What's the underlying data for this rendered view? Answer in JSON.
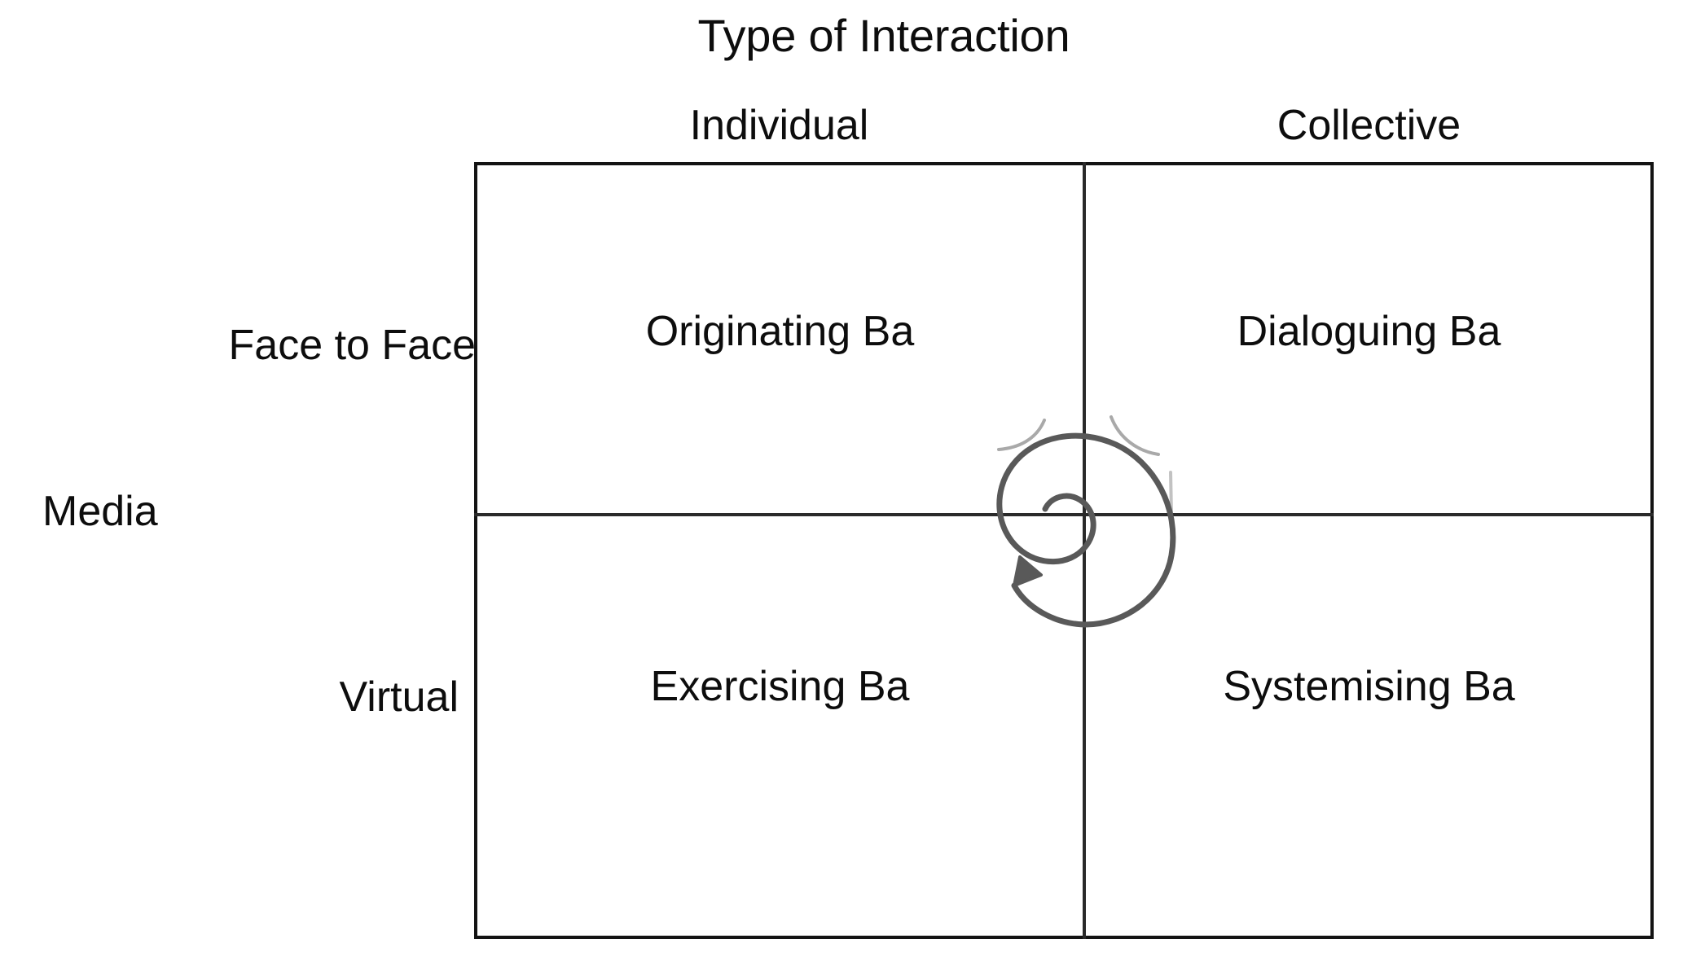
{
  "diagram": {
    "title": "Type of Interaction",
    "axis_label_rows": "Media",
    "columns": [
      {
        "key": "individual",
        "label": "Individual"
      },
      {
        "key": "collective",
        "label": "Collective"
      }
    ],
    "rows": [
      {
        "key": "face-to-face",
        "label": "Face to Face"
      },
      {
        "key": "virtual",
        "label": "Virtual"
      }
    ],
    "quadrants": [
      {
        "key": "originating",
        "label": "Originating Ba",
        "row": "face-to-face",
        "column": "individual"
      },
      {
        "key": "dialoguing",
        "label": "Dialoguing Ba",
        "row": "face-to-face",
        "column": "collective"
      },
      {
        "key": "exercising",
        "label": "Exercising Ba",
        "row": "virtual",
        "column": "individual"
      },
      {
        "key": "systemising",
        "label": "Systemising Ba",
        "row": "virtual",
        "column": "collective"
      }
    ],
    "center_graphic": {
      "name": "spiral-arrow",
      "direction": "counter-clockwise-inward",
      "color": "#595959"
    },
    "colors": {
      "text": "#0d0d0d",
      "border": "#131313",
      "divider": "#2a2a2a",
      "background": "#ffffff",
      "spiral": "#595959"
    }
  }
}
